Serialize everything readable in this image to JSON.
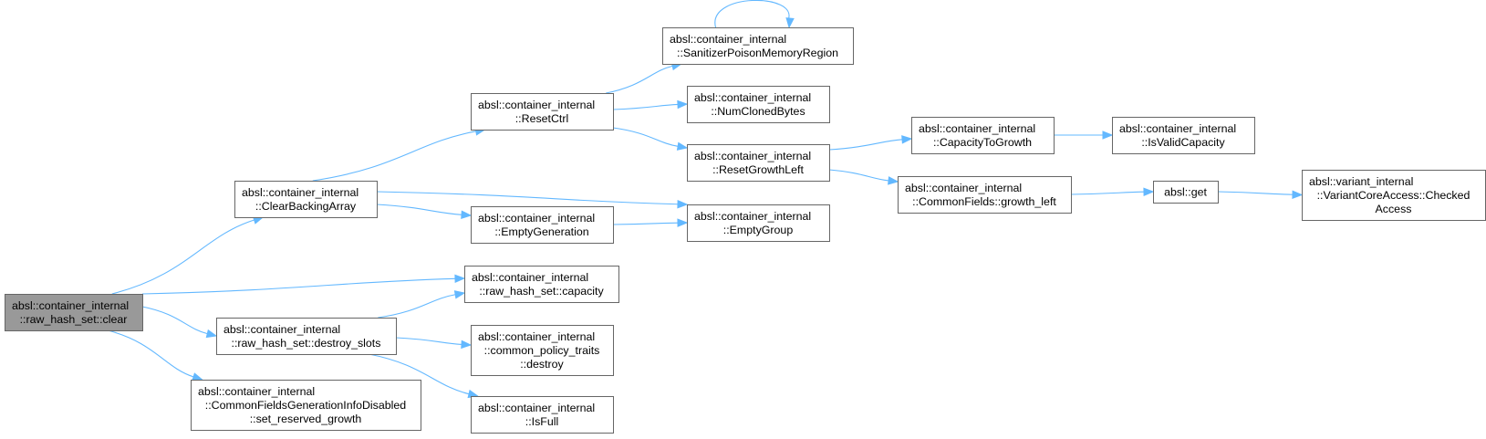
{
  "nodes": [
    {
      "id": "clear",
      "lines": [
        "absl::container_internal",
        "::raw_hash_set::clear"
      ],
      "root": true
    },
    {
      "id": "clearBacking",
      "lines": [
        "absl::container_internal",
        "::ClearBackingArray"
      ]
    },
    {
      "id": "capacity",
      "lines": [
        "absl::container_internal",
        "::raw_hash_set::capacity"
      ]
    },
    {
      "id": "destroySlots",
      "lines": [
        "absl::container_internal",
        "::raw_hash_set::destroy_slots"
      ]
    },
    {
      "id": "setReserved",
      "lines": [
        "absl::container_internal",
        "::CommonFieldsGenerationInfoDisabled",
        "::set_reserved_growth"
      ]
    },
    {
      "id": "resetCtrl",
      "lines": [
        "absl::container_internal",
        "::ResetCtrl"
      ]
    },
    {
      "id": "emptyGen",
      "lines": [
        "absl::container_internal",
        "::EmptyGeneration"
      ]
    },
    {
      "id": "destroy",
      "lines": [
        "absl::container_internal",
        "::common_policy_traits",
        "::destroy"
      ]
    },
    {
      "id": "isFull",
      "lines": [
        "absl::container_internal",
        "::IsFull"
      ]
    },
    {
      "id": "poison",
      "lines": [
        "absl::container_internal",
        "::SanitizerPoisonMemoryRegion"
      ]
    },
    {
      "id": "numCloned",
      "lines": [
        "absl::container_internal",
        "::NumClonedBytes"
      ]
    },
    {
      "id": "resetGrowth",
      "lines": [
        "absl::container_internal",
        "::ResetGrowthLeft"
      ]
    },
    {
      "id": "emptyGroup",
      "lines": [
        "absl::container_internal",
        "::EmptyGroup"
      ]
    },
    {
      "id": "capToGrowth",
      "lines": [
        "absl::container_internal",
        "::CapacityToGrowth"
      ]
    },
    {
      "id": "growthLeft",
      "lines": [
        "absl::container_internal",
        "::CommonFields::growth_left"
      ]
    },
    {
      "id": "isValidCap",
      "lines": [
        "absl::container_internal",
        "::IsValidCapacity"
      ]
    },
    {
      "id": "get",
      "lines": [
        "absl::get"
      ]
    },
    {
      "id": "checkedAccess",
      "lines": [
        "absl::variant_internal",
        "::VariantCoreAccess::Checked",
        "Access"
      ]
    }
  ],
  "edges": [
    {
      "from": "clear",
      "to": "clearBacking"
    },
    {
      "from": "clear",
      "to": "capacity"
    },
    {
      "from": "clear",
      "to": "destroySlots"
    },
    {
      "from": "clear",
      "to": "setReserved"
    },
    {
      "from": "clearBacking",
      "to": "resetCtrl"
    },
    {
      "from": "clearBacking",
      "to": "emptyGroup"
    },
    {
      "from": "clearBacking",
      "to": "emptyGen"
    },
    {
      "from": "destroySlots",
      "to": "capacity"
    },
    {
      "from": "destroySlots",
      "to": "destroy"
    },
    {
      "from": "destroySlots",
      "to": "isFull"
    },
    {
      "from": "resetCtrl",
      "to": "poison"
    },
    {
      "from": "resetCtrl",
      "to": "numCloned"
    },
    {
      "from": "resetCtrl",
      "to": "resetGrowth"
    },
    {
      "from": "poison",
      "to": "poison"
    },
    {
      "from": "emptyGen",
      "to": "emptyGroup"
    },
    {
      "from": "resetGrowth",
      "to": "capToGrowth"
    },
    {
      "from": "resetGrowth",
      "to": "growthLeft"
    },
    {
      "from": "capToGrowth",
      "to": "isValidCap"
    },
    {
      "from": "growthLeft",
      "to": "get"
    },
    {
      "from": "get",
      "to": "checkedAccess"
    }
  ]
}
